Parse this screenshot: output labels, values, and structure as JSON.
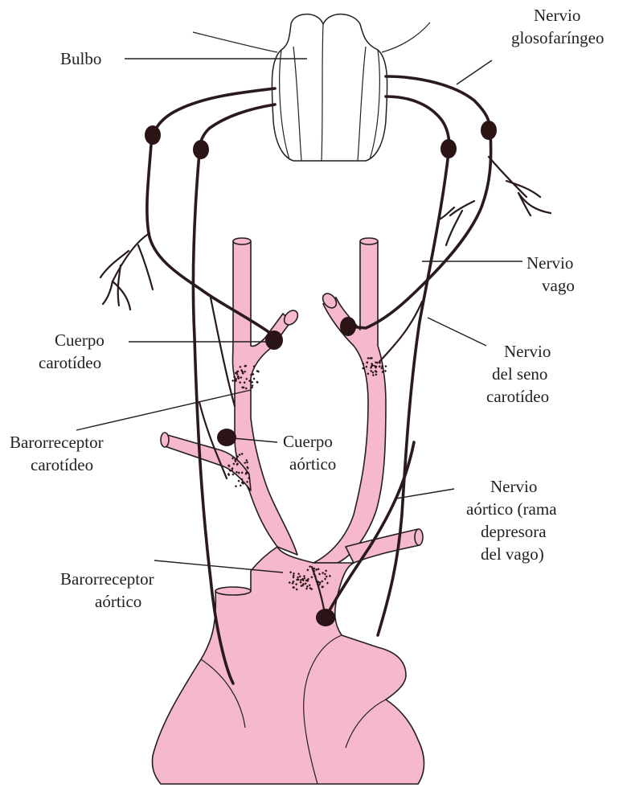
{
  "colors": {
    "vessel_fill": "#f6b8cc",
    "nerve": "#2a1a1c",
    "ganglion": "#2a1416",
    "outline": "#231f20",
    "background": "#ffffff"
  },
  "labels": {
    "bulbo": "Bulbo",
    "glosofaringeo_1": "Nervio",
    "glosofaringeo_2": "glosofaríngeo",
    "vago_1": "Nervio",
    "vago_2": "vago",
    "cuerpo_carotideo_1": "Cuerpo",
    "cuerpo_carotideo_2": "carotídeo",
    "seno_carotideo_1": "Nervio",
    "seno_carotideo_2": "del seno",
    "seno_carotideo_3": "carotídeo",
    "baro_carotideo_1": "Barorreceptor",
    "baro_carotideo_2": "carotídeo",
    "cuerpo_aortico_1": "Cuerpo",
    "cuerpo_aortico_2": "aórtico",
    "nervio_aortico_1": "Nervio",
    "nervio_aortico_2": "aórtico (rama",
    "nervio_aortico_3": "depresora",
    "nervio_aortico_4": "del vago)",
    "baro_aortico_1": "Barorreceptor",
    "baro_aortico_2": "aórtico"
  }
}
